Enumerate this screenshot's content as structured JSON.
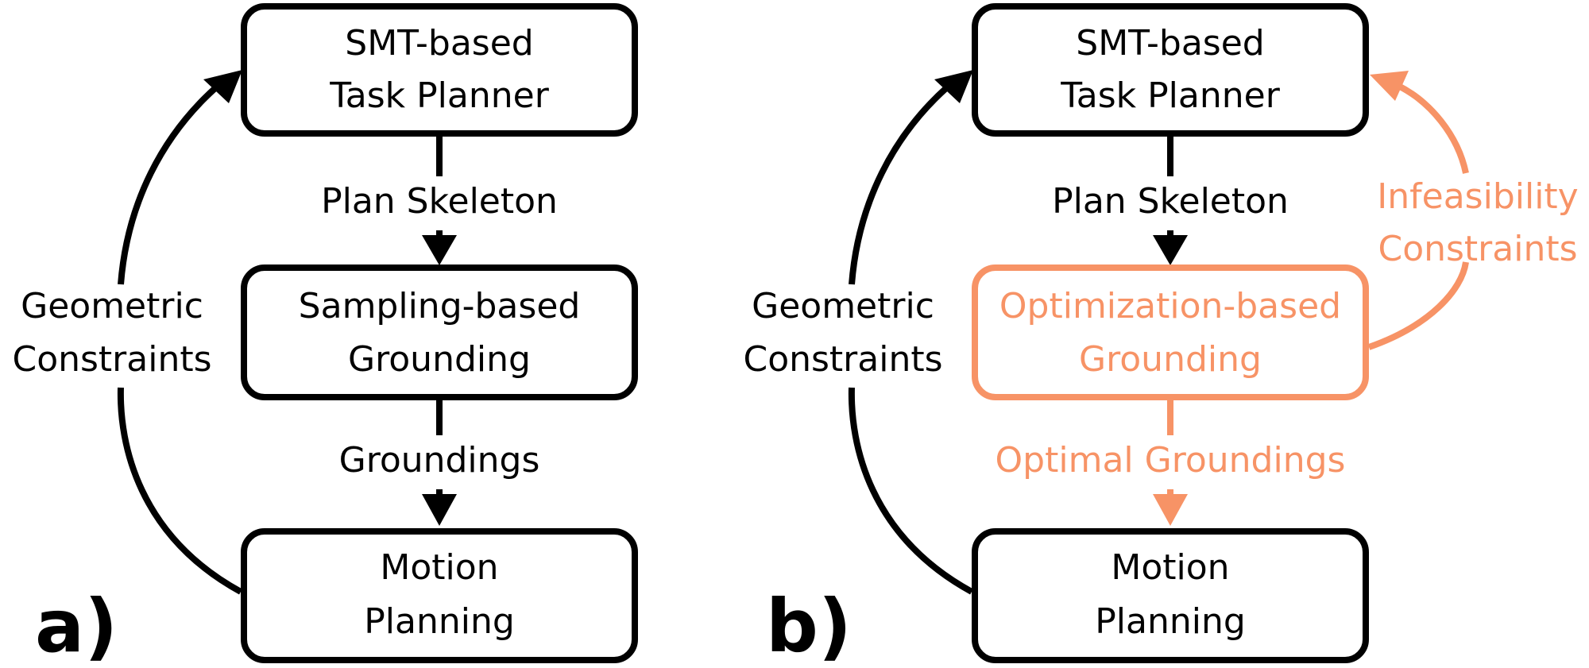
{
  "panel_a": {
    "label": "a)",
    "planner": {
      "line1": "SMT-based",
      "line2": "Task Planner"
    },
    "edge_plan": "Plan Skeleton",
    "grounding": {
      "line1": "Sampling-based",
      "line2": "Grounding"
    },
    "edge_groundings": "Groundings",
    "motion": {
      "line1": "Motion",
      "line2": "Planning"
    },
    "feedback": {
      "line1": "Geometric",
      "line2": "Constraints"
    }
  },
  "panel_b": {
    "label": "b)",
    "planner": {
      "line1": "SMT-based",
      "line2": "Task Planner"
    },
    "edge_plan": "Plan Skeleton",
    "grounding": {
      "line1": "Optimization-based",
      "line2": "Grounding"
    },
    "edge_groundings": "Optimal Groundings",
    "motion": {
      "line1": "Motion",
      "line2": "Planning"
    },
    "feedback": {
      "line1": "Geometric",
      "line2": "Constraints"
    },
    "infeasibility": {
      "line1": "Infeasibility",
      "line2": "Constraints"
    }
  },
  "colors": {
    "primary": "#000000",
    "highlight": "#f79366",
    "background": "#ffffff"
  }
}
